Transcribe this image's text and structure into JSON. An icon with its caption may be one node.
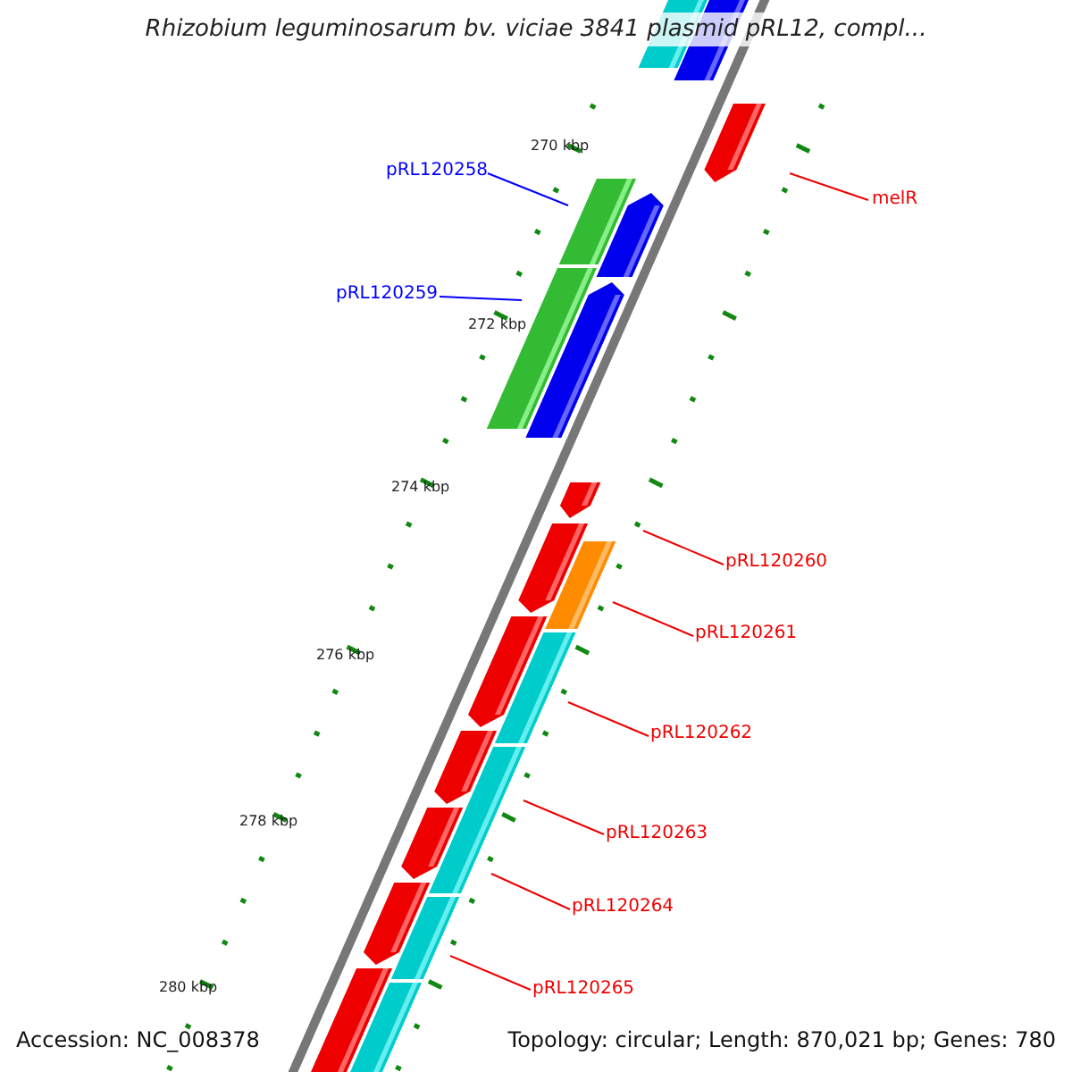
{
  "diagram": {
    "title": "Rhizobium leguminosarum bv. viciae 3841 plasmid pRL12, compl...",
    "nodes": [
      {
        "text": [
          "pRL120258"
        ]
      },
      {
        "text": [
          "pRL120259"
        ]
      },
      {
        "text": [
          "melR"
        ]
      },
      {
        "text": [
          "pRL120260"
        ]
      },
      {
        "text": [
          "pRL120261"
        ]
      },
      {
        "text": [
          "pRL120262"
        ]
      },
      {
        "text": [
          "pRL120263"
        ]
      },
      {
        "text": [
          "pRL120264"
        ]
      },
      {
        "text": [
          "pRL120265"
        ]
      }
    ],
    "edges": [
      {
        "from": 0,
        "to": null,
        "arrow": "none",
        "color": "#0000ff"
      },
      {
        "from": 1,
        "to": null,
        "arrow": "none",
        "color": "#0000ff"
      },
      {
        "from": 2,
        "to": null,
        "arrow": "none"
      },
      {
        "from": 3,
        "to": null,
        "arrow": "none"
      },
      {
        "from": 4,
        "to": null,
        "arrow": "none"
      },
      {
        "from": 5,
        "to": null,
        "arrow": "none"
      },
      {
        "from": 6,
        "to": null,
        "arrow": "none"
      },
      {
        "from": 7,
        "to": null,
        "arrow": "none"
      },
      {
        "from": 8,
        "to": null,
        "arrow": "none"
      }
    ],
    "labels": [
      "270 kbp",
      "272 kbp",
      "274 kbp",
      "276 kbp",
      "278 kbp",
      "280 kbp",
      "Accession: NC_008378",
      "Topology: circular; Length: 870,021 bp; Genes: 780"
    ]
  }
}
